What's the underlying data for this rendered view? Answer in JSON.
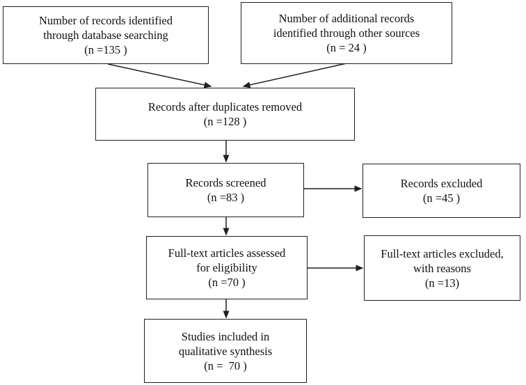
{
  "figure": {
    "type": "flowchart",
    "colors": {
      "background": "#ffffff",
      "box_border": "#1f1f1f",
      "text": "#111111",
      "arrow": "#1f1f1f"
    }
  },
  "boxes": [
    {
      "id": "records-identified-database",
      "lines": [
        "Number of records identified",
        "through database searching",
        "(n =135 )"
      ]
    },
    {
      "id": "additional-records-other-sources",
      "lines": [
        "Number of additional records",
        "identified through other sources",
        "(n = 24 )"
      ]
    },
    {
      "id": "records-after-duplicates-removed",
      "lines": [
        "Records after duplicates removed",
        "(n =128 )"
      ]
    },
    {
      "id": "records-screened",
      "lines": [
        "Records screened",
        "(n =83 )"
      ]
    },
    {
      "id": "records-excluded",
      "lines": [
        "Records excluded",
        "(n =45 )"
      ]
    },
    {
      "id": "fulltext-articles-assessed",
      "lines": [
        "Full-text articles assessed",
        "for eligibility",
        "(n =70 )"
      ]
    },
    {
      "id": "fulltext-articles-excluded",
      "lines": [
        "Full-text articles excluded,",
        "with reasons",
        "(n =13)"
      ]
    },
    {
      "id": "studies-included-qualitative-synthesis",
      "lines": [
        "Studies included in",
        "qualitative synthesis",
        "(n =  70 )"
      ]
    }
  ],
  "connections": [
    {
      "from": "records-identified-database",
      "to": "records-after-duplicates-removed"
    },
    {
      "from": "additional-records-other-sources",
      "to": "records-after-duplicates-removed"
    },
    {
      "from": "records-after-duplicates-removed",
      "to": "records-screened"
    },
    {
      "from": "records-screened",
      "to": "records-excluded"
    },
    {
      "from": "records-screened",
      "to": "fulltext-articles-assessed"
    },
    {
      "from": "fulltext-articles-assessed",
      "to": "fulltext-articles-excluded"
    },
    {
      "from": "fulltext-articles-assessed",
      "to": "studies-included-qualitative-synthesis"
    }
  ]
}
